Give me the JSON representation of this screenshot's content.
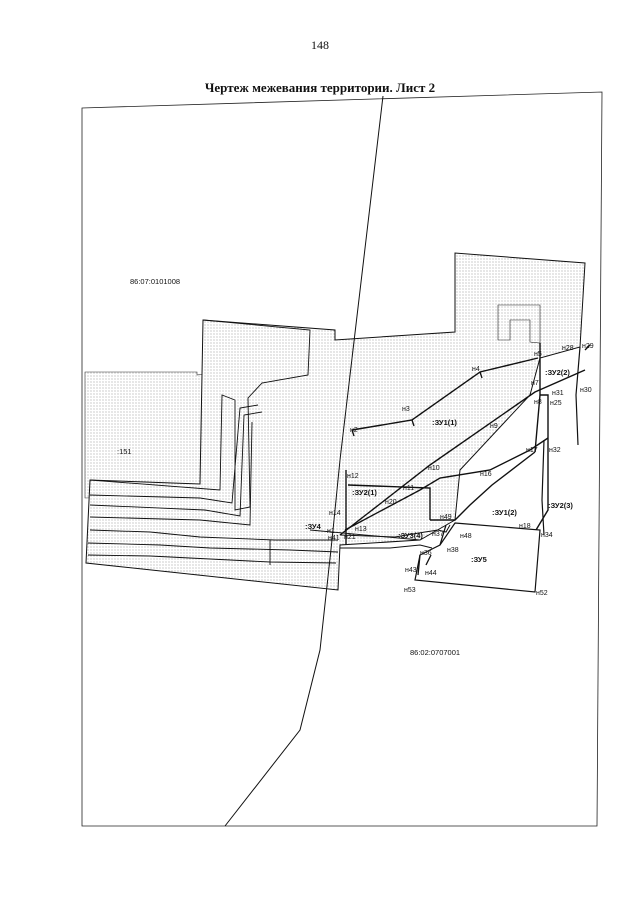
{
  "header": {
    "page_number": "148",
    "title": "Чертеж межевания территории. Лист 2"
  },
  "quarters": {
    "q1": ":151",
    "q2": "86:07:0101008",
    "q3": "86:02:0707001"
  },
  "parcels": {
    "zu1_1": ":ЗУ1(1)",
    "zu1_2": ":ЗУ1(2)",
    "zu2_1": ":ЗУ2(1)",
    "zu2_2": ":ЗУ2(2)",
    "zu2_3": ":ЗУ2(3)",
    "zu3_4": ":ЗУ3(4)",
    "zu4": ":ЗУ4",
    "zu5": ":ЗУ5"
  },
  "points": {
    "n1": "н1",
    "n2": "н2",
    "n3": "н3",
    "n4": "н4",
    "n5": "н5",
    "n7": "н7",
    "n8": "н8",
    "n9": "н9",
    "n10": "н10",
    "n11": "н11",
    "n12": "н12",
    "n13": "н13",
    "n14": "н14",
    "n16": "н16",
    "n17": "н17",
    "n18": "н18",
    "n20": "н20",
    "n21": "н21",
    "n25": "н25",
    "n28": "н28",
    "n29": "н29",
    "n30": "н30",
    "n31": "н31",
    "n32": "н32",
    "n34": "н34",
    "n36": "н36",
    "n37": "н37",
    "n38": "н38",
    "n41": "н41",
    "n43": "н43",
    "n44": "н44",
    "n48": "н48",
    "n49": "н49",
    "n52": "н52",
    "n53": "н53"
  },
  "colors": {
    "line": "#111111",
    "fill_dots": "#9a9a9a",
    "paper": "#ffffff"
  }
}
